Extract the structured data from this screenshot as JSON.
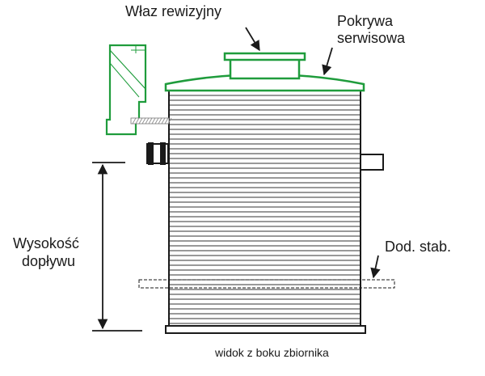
{
  "labels": {
    "manhole": "Właz rewizyjny",
    "service_cover_line1": "Pokrywa",
    "service_cover_line2": "serwisowa",
    "inlet_height_line1": "Wysokość",
    "inlet_height_line2": "dopływu",
    "extra_stab": "Dod. stab.",
    "caption": "widok z boku zbiornika"
  },
  "colors": {
    "cover_green": "#1f9c3c",
    "outline": "#1a1a1a",
    "background": "#ffffff"
  }
}
